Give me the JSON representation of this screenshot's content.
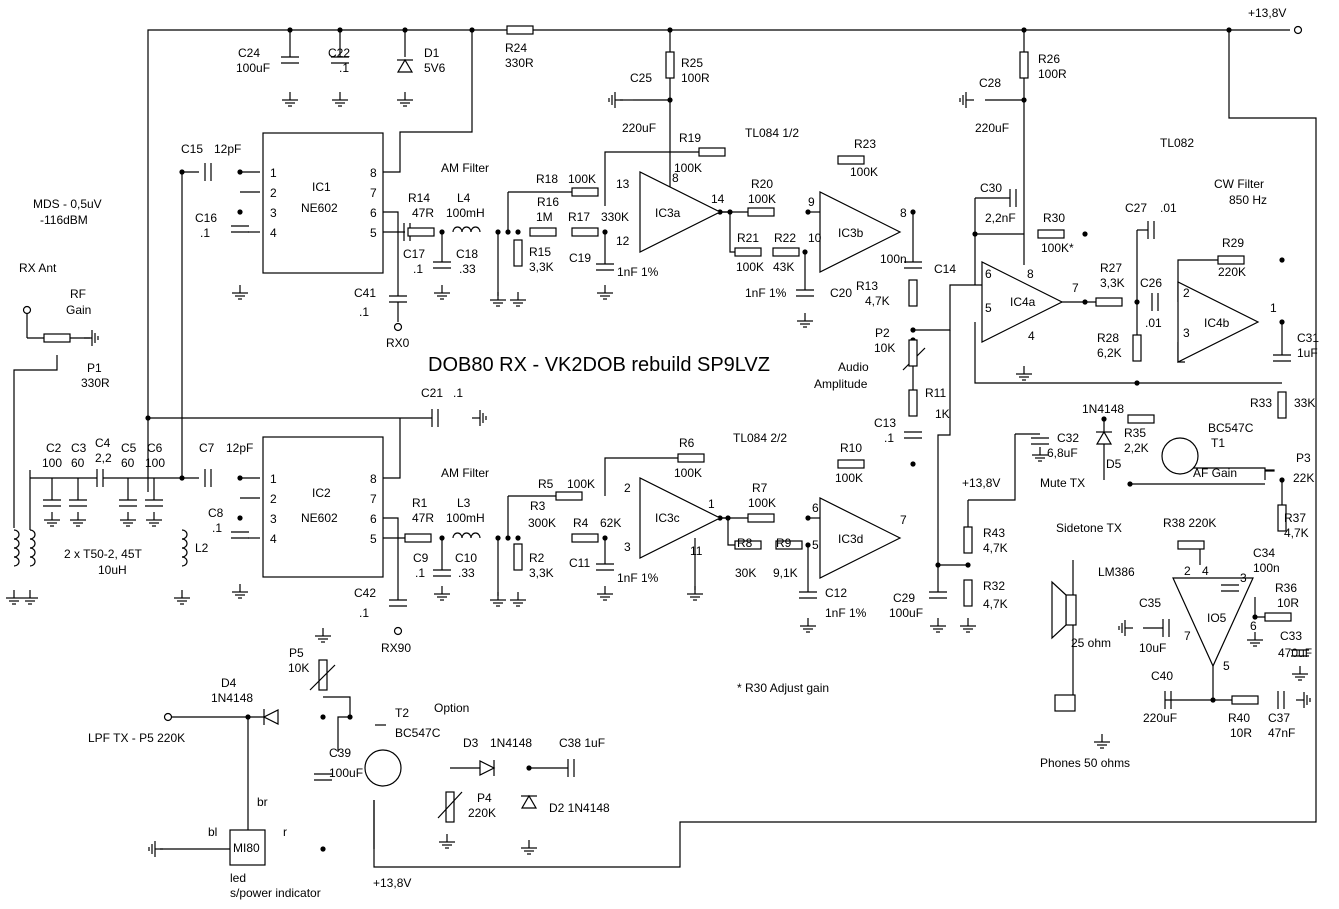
{
  "title": "DOB80 RX - VK2DOB rebuild SP9LVZ",
  "supply_labels": [
    "+13,8V",
    "+13,8V",
    "+13,8V"
  ],
  "notes": {
    "mds_1": "MDS - 0,5uV",
    "mds_2": "-116dBM",
    "rx_ant": "RX Ant",
    "rf_gain_1": "RF",
    "rf_gain_2": "Gain",
    "ic_l_coils": "2 x T50-2, 45T",
    "ic_l_value": "10uH",
    "am_filter_top": "AM Filter",
    "am_filter_bot": "AM Filter",
    "tl084_a": "TL084 1/2",
    "tl084_b": "TL084 2/2",
    "tl082": "TL082",
    "cw_filter_1": "CW Filter",
    "cw_filter_2": "850 Hz",
    "audio_amp_1": "Audio",
    "audio_amp_2": "Amplitude",
    "r30_note": "*  R30 Adjust gain",
    "af_gain": "AF Gain",
    "mute_tx": "Mute TX",
    "sidetone": "Sidetone TX",
    "lm386": "LM386",
    "speaker": "25 ohm",
    "phones": "Phones 50 ohms",
    "lpf": "LPF TX - P5 220K",
    "option": "Option",
    "led_1": "led",
    "led_2": "s/power indicator",
    "bl": "bl",
    "br": "br",
    "r": "r"
  },
  "ics": {
    "ic1_name": "IC1",
    "ic1_type": "NE602",
    "ic2_name": "IC2",
    "ic2_type": "NE602",
    "ic3a": "IC3a",
    "ic3b": "IC3b",
    "ic3c": "IC3c",
    "ic3d": "IC3d",
    "ic4a": "IC4a",
    "ic4b": "IC4b",
    "io5": "IO5",
    "mi80": "MI80"
  },
  "labels": [
    {
      "id": "c24",
      "text": "C24"
    },
    {
      "id": "c24v",
      "text": "100uF"
    },
    {
      "id": "c22",
      "text": "C22"
    },
    {
      "id": "c22v",
      "text": ".1"
    },
    {
      "id": "d1",
      "text": "D1"
    },
    {
      "id": "d1v",
      "text": "5V6"
    },
    {
      "id": "r24",
      "text": "R24"
    },
    {
      "id": "r24v",
      "text": "330R"
    },
    {
      "id": "c25",
      "text": "C25"
    },
    {
      "id": "r25",
      "text": "R25"
    },
    {
      "id": "r25v",
      "text": "100R"
    },
    {
      "id": "c25v",
      "text": "220uF"
    },
    {
      "id": "r26",
      "text": "R26"
    },
    {
      "id": "r26v",
      "text": "100R"
    },
    {
      "id": "c28",
      "text": "C28"
    },
    {
      "id": "c28v",
      "text": "220uF"
    },
    {
      "id": "c15",
      "text": "C15"
    },
    {
      "id": "c15v",
      "text": "12pF"
    },
    {
      "id": "c16",
      "text": "C16"
    },
    {
      "id": "c16v",
      "text": ".1"
    },
    {
      "id": "r19",
      "text": "R19"
    },
    {
      "id": "r19v",
      "text": "100K"
    },
    {
      "id": "r18",
      "text": "R18"
    },
    {
      "id": "r18v",
      "text": "100K"
    },
    {
      "id": "r20",
      "text": "R20"
    },
    {
      "id": "r20v",
      "text": "100K"
    },
    {
      "id": "r23",
      "text": "R23"
    },
    {
      "id": "r23v",
      "text": "100K"
    },
    {
      "id": "r14",
      "text": "R14"
    },
    {
      "id": "r14v",
      "text": "47R"
    },
    {
      "id": "l4",
      "text": "L4"
    },
    {
      "id": "l4v",
      "text": "100mH"
    },
    {
      "id": "r16",
      "text": "R16"
    },
    {
      "id": "r16v",
      "text": "1M"
    },
    {
      "id": "r17",
      "text": "R17"
    },
    {
      "id": "r17v",
      "text": "330K"
    },
    {
      "id": "r21",
      "text": "R21"
    },
    {
      "id": "r21v",
      "text": "100K"
    },
    {
      "id": "r22",
      "text": "R22"
    },
    {
      "id": "r22v",
      "text": "43K"
    },
    {
      "id": "c17",
      "text": "C17"
    },
    {
      "id": "c17v",
      "text": ".1"
    },
    {
      "id": "c18",
      "text": "C18"
    },
    {
      "id": "c18v",
      "text": ".33"
    },
    {
      "id": "r15",
      "text": "R15"
    },
    {
      "id": "r15v",
      "text": "3,3K"
    },
    {
      "id": "c19",
      "text": "C19"
    },
    {
      "id": "c19v",
      "text": "1nF 1%"
    },
    {
      "id": "c20",
      "text": "C20"
    },
    {
      "id": "c20v",
      "text": "1nF 1%"
    },
    {
      "id": "c41",
      "text": "C41"
    },
    {
      "id": "c41v",
      "text": ".1"
    },
    {
      "id": "rx0",
      "text": "RX0"
    },
    {
      "id": "c14",
      "text": "C14"
    },
    {
      "id": "c14v",
      "text": "100n"
    },
    {
      "id": "r13",
      "text": "R13"
    },
    {
      "id": "r13v",
      "text": "4,7K"
    },
    {
      "id": "p2",
      "text": "P2"
    },
    {
      "id": "p2v",
      "text": "10K"
    },
    {
      "id": "r11",
      "text": "R11"
    },
    {
      "id": "r11v",
      "text": "1K"
    },
    {
      "id": "c13",
      "text": "C13"
    },
    {
      "id": "c13v",
      "text": ".1"
    },
    {
      "id": "c30",
      "text": "C30"
    },
    {
      "id": "c30v",
      "text": "2,2nF"
    },
    {
      "id": "r30",
      "text": "R30"
    },
    {
      "id": "r30v",
      "text": "100K*"
    },
    {
      "id": "c27",
      "text": "C27"
    },
    {
      "id": "c27v",
      "text": ".01"
    },
    {
      "id": "r29",
      "text": "R29"
    },
    {
      "id": "r29v",
      "text": "220K"
    },
    {
      "id": "r27",
      "text": "R27"
    },
    {
      "id": "r27v",
      "text": "3,3K"
    },
    {
      "id": "c26",
      "text": "C26"
    },
    {
      "id": "c26v",
      "text": ".01"
    },
    {
      "id": "r28",
      "text": "R28"
    },
    {
      "id": "r28v",
      "text": "6,2K"
    },
    {
      "id": "c31",
      "text": "C31"
    },
    {
      "id": "c31v",
      "text": "1uF"
    },
    {
      "id": "r33",
      "text": "R33"
    },
    {
      "id": "r33v",
      "text": "33K"
    },
    {
      "id": "c32",
      "text": "C32"
    },
    {
      "id": "c32v",
      "text": "6,8uF"
    },
    {
      "id": "d5",
      "text": "D5"
    },
    {
      "id": "d5v",
      "text": "1N4148"
    },
    {
      "id": "r35",
      "text": "R35"
    },
    {
      "id": "r35v",
      "text": "2,2K"
    },
    {
      "id": "t1",
      "text": "T1"
    },
    {
      "id": "t1v",
      "text": "BC547C"
    },
    {
      "id": "p3",
      "text": "P3"
    },
    {
      "id": "p3v",
      "text": "22K"
    },
    {
      "id": "r37",
      "text": "R37"
    },
    {
      "id": "r37v",
      "text": "4,7K"
    },
    {
      "id": "r43",
      "text": "R43"
    },
    {
      "id": "r43v",
      "text": "4,7K"
    },
    {
      "id": "r32",
      "text": "R32"
    },
    {
      "id": "r32v",
      "text": "4,7K"
    },
    {
      "id": "c29",
      "text": "C29"
    },
    {
      "id": "c29v",
      "text": "100uF"
    },
    {
      "id": "r38",
      "text": "R38 220K"
    },
    {
      "id": "c34",
      "text": "C34"
    },
    {
      "id": "c34v",
      "text": "100n"
    },
    {
      "id": "c35",
      "text": "C35"
    },
    {
      "id": "c35v",
      "text": "10uF"
    },
    {
      "id": "r36",
      "text": "R36"
    },
    {
      "id": "r36v",
      "text": "10R"
    },
    {
      "id": "c33",
      "text": "C33"
    },
    {
      "id": "c33v",
      "text": "470uF"
    },
    {
      "id": "c40",
      "text": "C40"
    },
    {
      "id": "c40v",
      "text": "220uF"
    },
    {
      "id": "r40",
      "text": "R40"
    },
    {
      "id": "r40v",
      "text": "10R"
    },
    {
      "id": "c37",
      "text": "C37"
    },
    {
      "id": "c37v",
      "text": "47nF"
    },
    {
      "id": "p1",
      "text": "P1"
    },
    {
      "id": "p1v",
      "text": "330R"
    },
    {
      "id": "c2",
      "text": "C2"
    },
    {
      "id": "c2v",
      "text": "100"
    },
    {
      "id": "c3",
      "text": "C3"
    },
    {
      "id": "c3v",
      "text": "60"
    },
    {
      "id": "c4",
      "text": "C4"
    },
    {
      "id": "c4v",
      "text": "2,2"
    },
    {
      "id": "c5",
      "text": "C5"
    },
    {
      "id": "c5v",
      "text": "60"
    },
    {
      "id": "c6",
      "text": "C6"
    },
    {
      "id": "c6v",
      "text": "100"
    },
    {
      "id": "c7",
      "text": "C7"
    },
    {
      "id": "c7v",
      "text": "12pF"
    },
    {
      "id": "c21",
      "text": "C21"
    },
    {
      "id": "c21v",
      "text": ".1"
    },
    {
      "id": "l2",
      "text": "L2"
    },
    {
      "id": "c8",
      "text": "C8"
    },
    {
      "id": "c8v",
      "text": ".1"
    },
    {
      "id": "r6",
      "text": "R6"
    },
    {
      "id": "r6v",
      "text": "100K"
    },
    {
      "id": "r5",
      "text": "R5"
    },
    {
      "id": "r5v",
      "text": "100K"
    },
    {
      "id": "r3",
      "text": "R3"
    },
    {
      "id": "r3v",
      "text": "300K"
    },
    {
      "id": "r4",
      "text": "R4"
    },
    {
      "id": "r4v",
      "text": "62K"
    },
    {
      "id": "r1",
      "text": "R1"
    },
    {
      "id": "r1v",
      "text": "47R"
    },
    {
      "id": "l3",
      "text": "L3"
    },
    {
      "id": "l3v",
      "text": "100mH"
    },
    {
      "id": "r2",
      "text": "R2"
    },
    {
      "id": "r2v",
      "text": "3,3K"
    },
    {
      "id": "c9",
      "text": "C9"
    },
    {
      "id": "c9v",
      "text": ".1"
    },
    {
      "id": "c10",
      "text": "C10"
    },
    {
      "id": "c10v",
      "text": ".33"
    },
    {
      "id": "c11",
      "text": "C11"
    },
    {
      "id": "c11v",
      "text": "1nF 1%"
    },
    {
      "id": "r7",
      "text": "R7"
    },
    {
      "id": "r7v",
      "text": "100K"
    },
    {
      "id": "r10",
      "text": "R10"
    },
    {
      "id": "r10v",
      "text": "100K"
    },
    {
      "id": "r8",
      "text": "R8"
    },
    {
      "id": "r8v",
      "text": "30K"
    },
    {
      "id": "r9",
      "text": "R9"
    },
    {
      "id": "r9v",
      "text": "9,1K"
    },
    {
      "id": "c12",
      "text": "C12"
    },
    {
      "id": "c12v",
      "text": "1nF 1%"
    },
    {
      "id": "c42",
      "text": "C42"
    },
    {
      "id": "c42v",
      "text": ".1"
    },
    {
      "id": "rx90",
      "text": "RX90"
    },
    {
      "id": "d4",
      "text": "D4"
    },
    {
      "id": "d4v",
      "text": "1N4148"
    },
    {
      "id": "p5",
      "text": "P5"
    },
    {
      "id": "p5v",
      "text": "10K"
    },
    {
      "id": "c39",
      "text": "C39"
    },
    {
      "id": "c39v",
      "text": "100uF"
    },
    {
      "id": "t2",
      "text": "T2"
    },
    {
      "id": "t2v",
      "text": "BC547C"
    },
    {
      "id": "d3",
      "text": "D3"
    },
    {
      "id": "d3v",
      "text": "1N4148"
    },
    {
      "id": "c38",
      "text": "C38 1uF"
    },
    {
      "id": "p4",
      "text": "P4"
    },
    {
      "id": "p4v",
      "text": "220K"
    },
    {
      "id": "d2",
      "text": "D2 1N4148"
    }
  ],
  "pins": [
    "1",
    "2",
    "3",
    "4",
    "5",
    "6",
    "7",
    "8",
    "13",
    "14",
    "12",
    "9",
    "10",
    "8",
    "6",
    "5",
    "7",
    "2",
    "3",
    "1",
    "4",
    "11",
    "2",
    "3",
    "1",
    "6",
    "5",
    "7",
    "2",
    "4",
    "3",
    "7",
    "6",
    "5",
    "8",
    "8",
    "1",
    "2",
    "3",
    "4",
    "5",
    "6",
    "7",
    "8",
    "1",
    "2",
    "3",
    "4",
    "5",
    "6",
    "7",
    "8"
  ]
}
